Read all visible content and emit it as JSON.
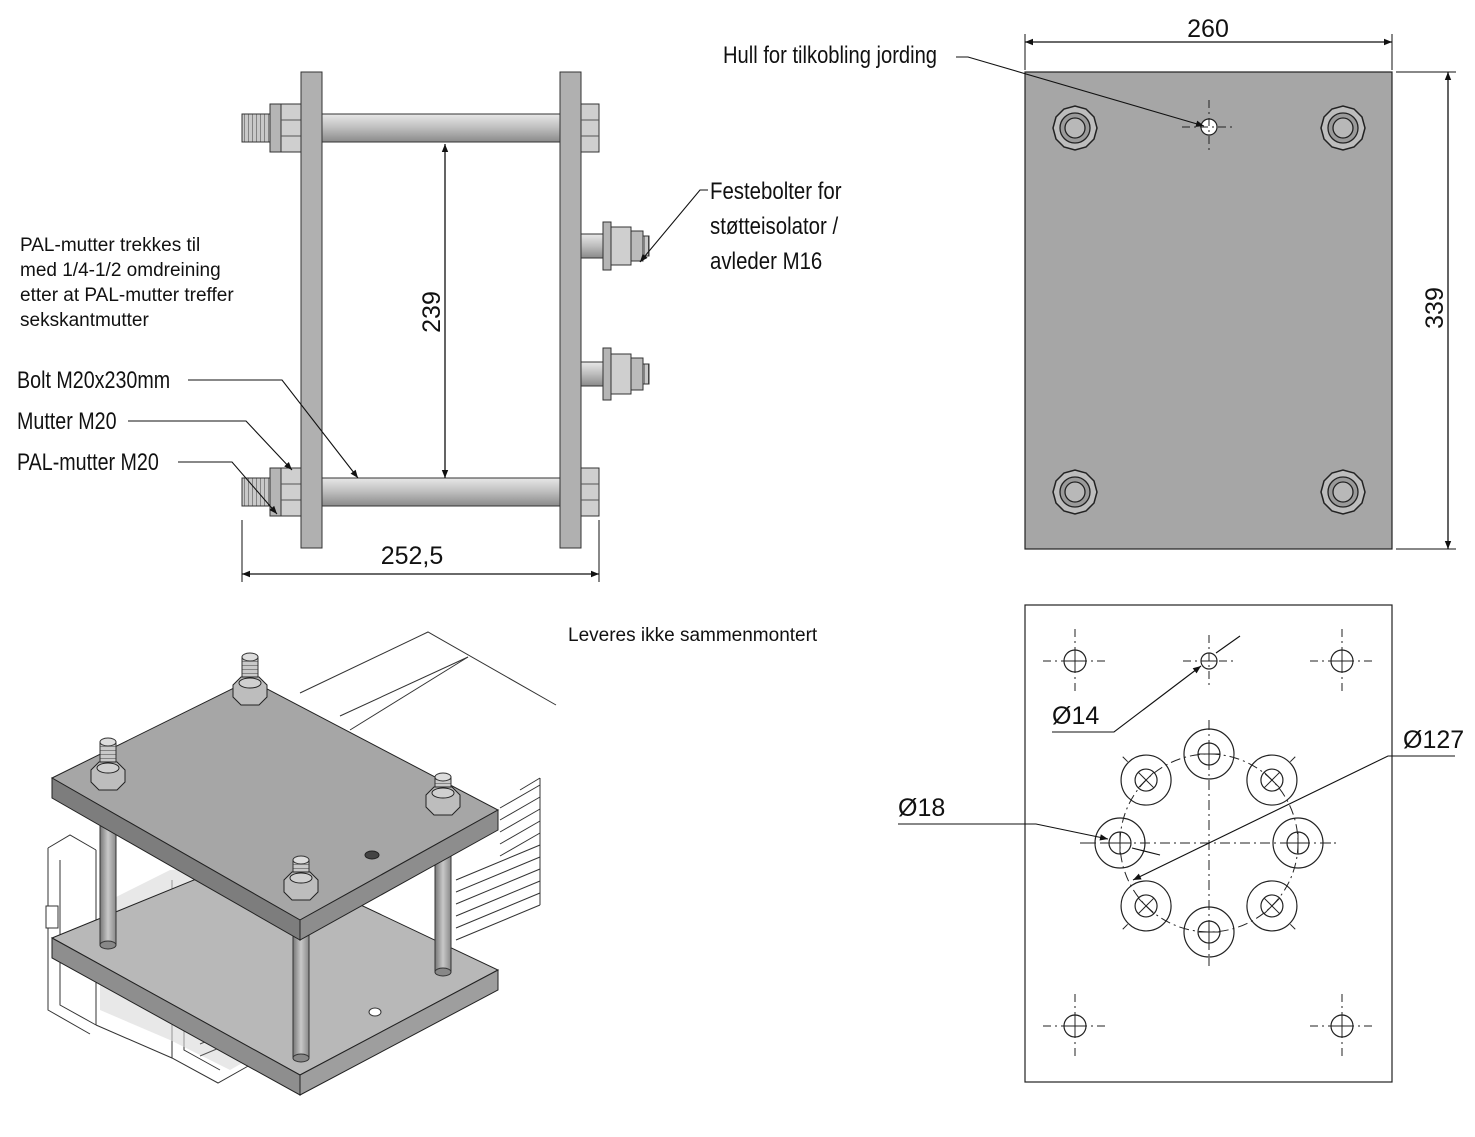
{
  "side_view": {
    "dim_height": "239",
    "dim_width": "252,5",
    "note_pal": "PAL-mutter trekkes til\nmed 1/4-1/2 omdreining\netter at PAL-mutter treffer\nsekskantmutter",
    "label_bolt": "Bolt M20x230mm",
    "label_nut": "Mutter M20",
    "label_pal_nut": "PAL-mutter M20",
    "label_fixing_bolts": "Festebolter for\nstøtteisolator /\navleder M16"
  },
  "top_plate": {
    "dim_width": "260",
    "dim_height": "339",
    "label_ground_hole": "Hull for tilkobling jording"
  },
  "hole_plate": {
    "dim_ground_hole": "Ø14",
    "dim_bolt_hole": "Ø18",
    "dim_pitch_circle": "Ø127"
  },
  "iso_view": {
    "note": "Leveres ikke sammenmontert"
  },
  "colors": {
    "plate_fill": "#a6a6a6",
    "plate_fill_light": "#c4c4c4",
    "line": "#111111"
  }
}
